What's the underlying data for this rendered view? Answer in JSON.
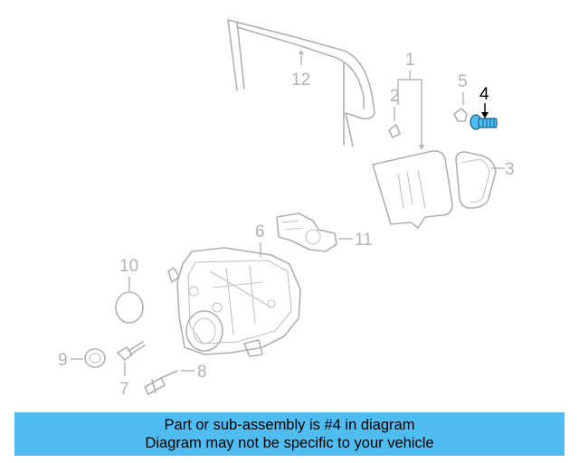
{
  "callouts": {
    "c1": "1",
    "c2": "2",
    "c3": "3",
    "c4": "4",
    "c5": "5",
    "c6": "6",
    "c7": "7",
    "c8": "8",
    "c9": "9",
    "c10": "10",
    "c11": "11",
    "c12": "12"
  },
  "highlight": {
    "part": "4",
    "color": "#4fbdf2"
  },
  "banner": {
    "line1": "Part or sub-assembly is #4 in diagram",
    "line2": "Diagram may not be specific to your vehicle",
    "background": "#4fbdf2"
  }
}
